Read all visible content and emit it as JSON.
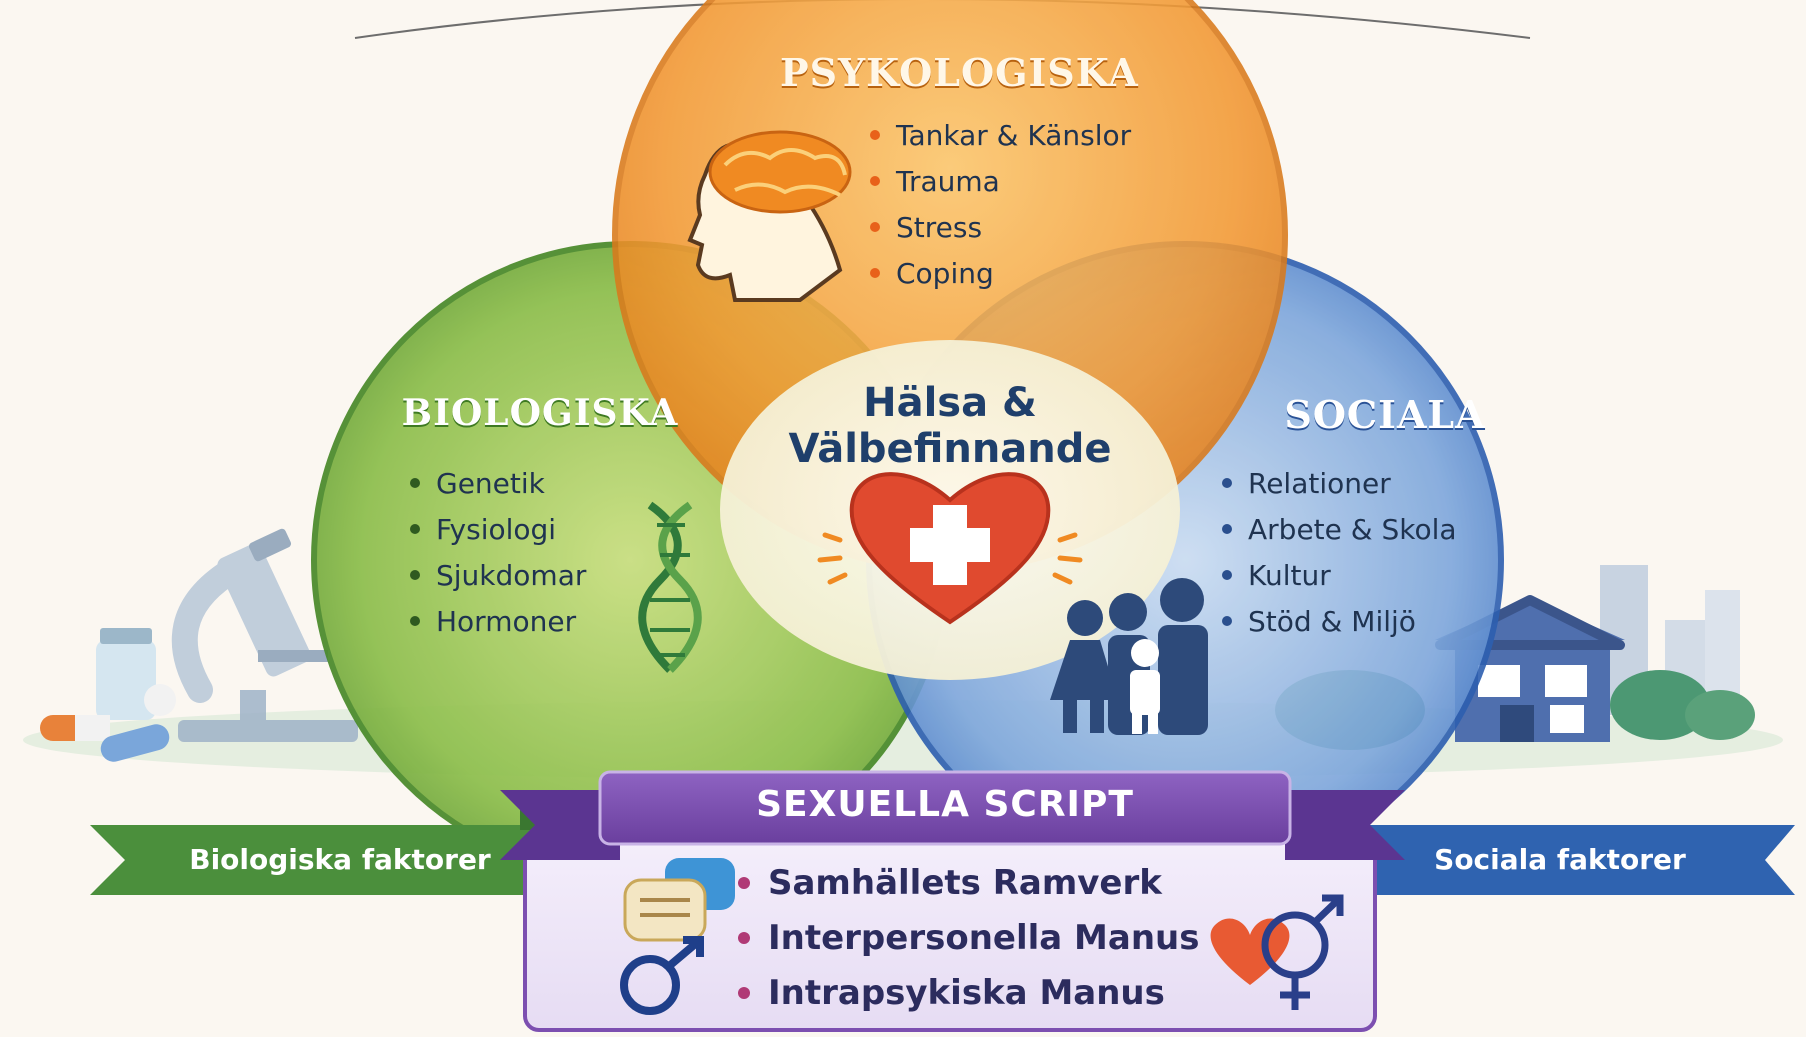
{
  "colors": {
    "psychological": "#f0932b",
    "biological": "#6aa839",
    "social": "#3f74c4",
    "script": "#7c4fb0",
    "heart": "#e04a2f"
  },
  "psychological": {
    "title": "PSYKOLOGISKA",
    "icon": "head-brain-icon",
    "items": [
      "Tankar & Känslor",
      "Trauma",
      "Stress",
      "Coping"
    ]
  },
  "biological": {
    "title": "BIOLOGISKA",
    "icon": "dna-icon",
    "items": [
      "Genetik",
      "Fysiologi",
      "Sjukdomar",
      "Hormoner"
    ]
  },
  "social": {
    "title": "SOCIALA",
    "icon": "family-icon",
    "items": [
      "Relationer",
      "Arbete & Skola",
      "Kultur",
      "Stöd & Miljö"
    ]
  },
  "center": {
    "line1": "Hälsa &",
    "line2": "Välbefinnande",
    "icon": "heart-cross-icon"
  },
  "script": {
    "title": "SEXUELLA SCRIPT",
    "items": [
      "Samhällets Ramverk",
      "Interpersonella Manus",
      "Intrapsykiska Manus"
    ]
  },
  "ribbons": {
    "left": "Biologiska faktorer",
    "right": "Sociala faktorer"
  }
}
